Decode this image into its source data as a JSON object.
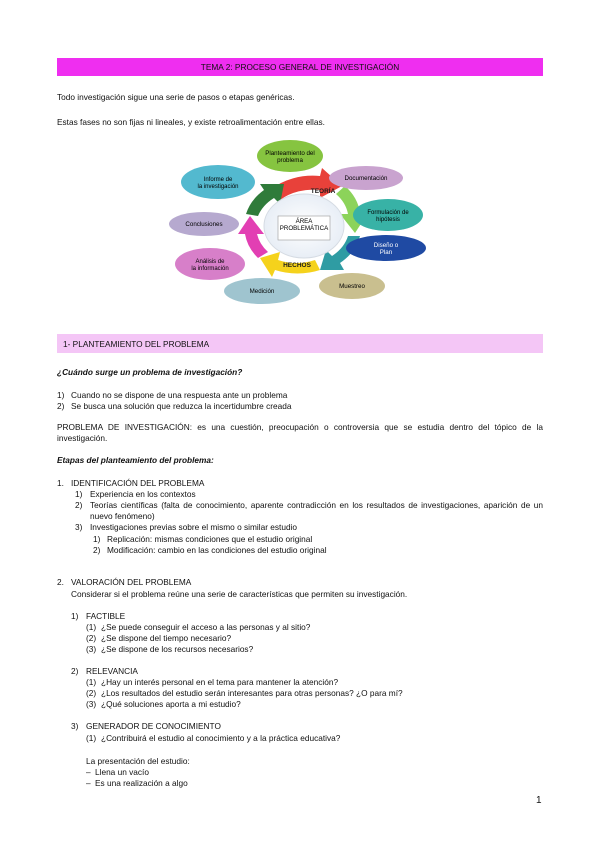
{
  "header": {
    "title": "TEMA 2: PROCESO GENERAL DE INVESTIGACIÓN"
  },
  "intro": [
    "Todo investigación sigue una serie de pasos o etapas genéricas.",
    "Estas fases no son fijas ni lineales, y existe retroalimentación entre ellas."
  ],
  "diagram": {
    "center": "ÁREA PROBLEMÁTICA",
    "ring": {
      "top": "TEORÍA",
      "bottom": "HECHOS"
    },
    "nodes": [
      {
        "id": "planteamiento",
        "label": "Planteamiento del problema",
        "color": "#86c440"
      },
      {
        "id": "documentacion",
        "label": "Documentación",
        "color": "#c9a3cf"
      },
      {
        "id": "formulacion",
        "label": "Formulación de hipótesis",
        "color": "#38b2a6"
      },
      {
        "id": "diseno",
        "label": "Diseño o Plan",
        "color": "#1f4aa3"
      },
      {
        "id": "muestreo",
        "label": "Muestreo",
        "color": "#c9bf8f"
      },
      {
        "id": "medicion",
        "label": "Medición",
        "color": "#9fc4cf"
      },
      {
        "id": "analisis",
        "label": "Análisis de la información",
        "color": "#d77fc9"
      },
      {
        "id": "conclusiones",
        "label": "Conclusiones",
        "color": "#b6a9cf"
      },
      {
        "id": "informe",
        "label": "Informe de la investigación",
        "color": "#53b9cf"
      }
    ]
  },
  "section1": {
    "title": "1- PLANTEAMIENTO DEL PROBLEMA",
    "question": "¿Cuándo surge un problema de investigación?",
    "answers": [
      {
        "n": "1)",
        "text": "Cuando no se dispone de una respuesta ante un problema"
      },
      {
        "n": "2)",
        "text": "Se busca una solución que reduzca la incertidumbre creada"
      }
    ],
    "definition": "PROBLEMA DE INVESTIGACIÓN: es una cuestión, preocupación o controversia que se estudia dentro del tópico de la investigación.",
    "stages_title": "Etapas del planteamiento del problema:",
    "stage1": {
      "n": "1.",
      "title": "IDENTIFICACIÓN DEL PROBLEMA",
      "items": [
        {
          "n": "1)",
          "text": "Experiencia en los contextos"
        },
        {
          "n": "2)",
          "text": "Teorías científicas (falta de conocimiento, aparente contradicción en los resultados de investigaciones, aparición de un nuevo fenómeno)"
        },
        {
          "n": "3)",
          "text": "Investigaciones previas sobre el mismo o similar estudio"
        }
      ],
      "subitems": [
        {
          "n": "1)",
          "text": "Replicación: mismas condiciones que el estudio original"
        },
        {
          "n": "2)",
          "text": "Modificación: cambio en las condiciones del estudio original"
        }
      ]
    },
    "stage2": {
      "n": "2.",
      "title": "VALORACIÓN DEL PROBLEMA",
      "desc": "Considerar si el problema reúne una serie de características que permiten su investigación.",
      "criteria": [
        {
          "n": "1)",
          "title": "FACTIBLE",
          "items": [
            {
              "n": "(1)",
              "text": "¿Se puede conseguir el acceso a las personas y al sitio?"
            },
            {
              "n": "(2)",
              "text": "¿Se dispone del tiempo necesario?"
            },
            {
              "n": "(3)",
              "text": "¿Se dispone de los recursos necesarios?"
            }
          ]
        },
        {
          "n": "2)",
          "title": "RELEVANCIA",
          "items": [
            {
              "n": "(1)",
              "text": "¿Hay un interés personal en el tema para mantener la atención?"
            },
            {
              "n": "(2)",
              "text": "¿Los resultados del estudio serán interesantes para otras personas? ¿O para mí?"
            },
            {
              "n": "(3)",
              "text": "¿Qué soluciones aporta a mi estudio?"
            }
          ]
        },
        {
          "n": "3)",
          "title": "GENERADOR DE CONOCIMIENTO",
          "items": [
            {
              "n": "(1)",
              "text": "¿Contribuirá el estudio al conocimiento y a la práctica educativa?"
            }
          ]
        }
      ],
      "presentation_title": "La presentación del estudio:",
      "presentation_items": [
        "Llena un vacío",
        "Es una realización a algo"
      ]
    }
  },
  "footer": {
    "page": "1"
  }
}
